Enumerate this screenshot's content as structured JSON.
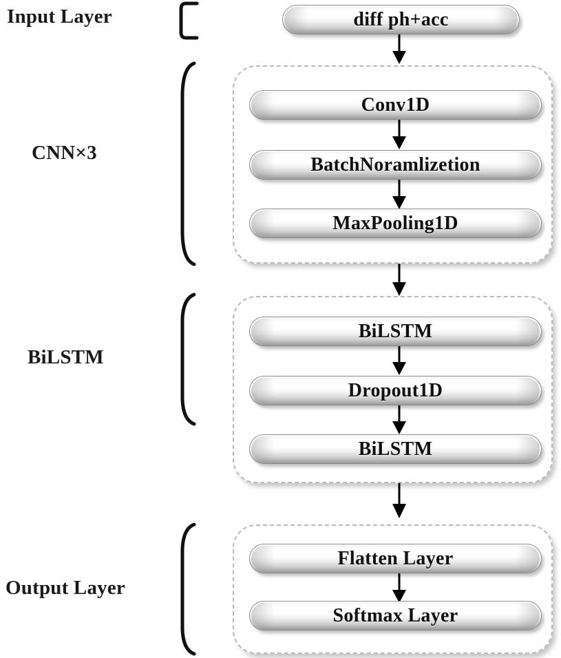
{
  "figure": {
    "title": "CNN-BiLSTM network architecture flow diagram",
    "background_color": "#ffffff",
    "accent_color": "#b9b9b9",
    "text_color": "#111111"
  },
  "stages": [
    {
      "label": "Input Layer"
    },
    {
      "label": "CNN×3"
    },
    {
      "label": "BiLSTM"
    },
    {
      "label": "Output Layer"
    }
  ],
  "nodes": {
    "input": "diff ph+acc",
    "cnn": [
      "Conv1D",
      "BatchNoramlizetion",
      "MaxPooling1D"
    ],
    "bilstm": [
      "BiLSTM",
      "Dropout1D",
      "BiLSTM"
    ],
    "output": [
      "Flatten Layer",
      "Softmax Layer"
    ]
  },
  "icons": {
    "bracket": "left-curly-bracket-icon",
    "arrow": "down-arrow-icon"
  }
}
